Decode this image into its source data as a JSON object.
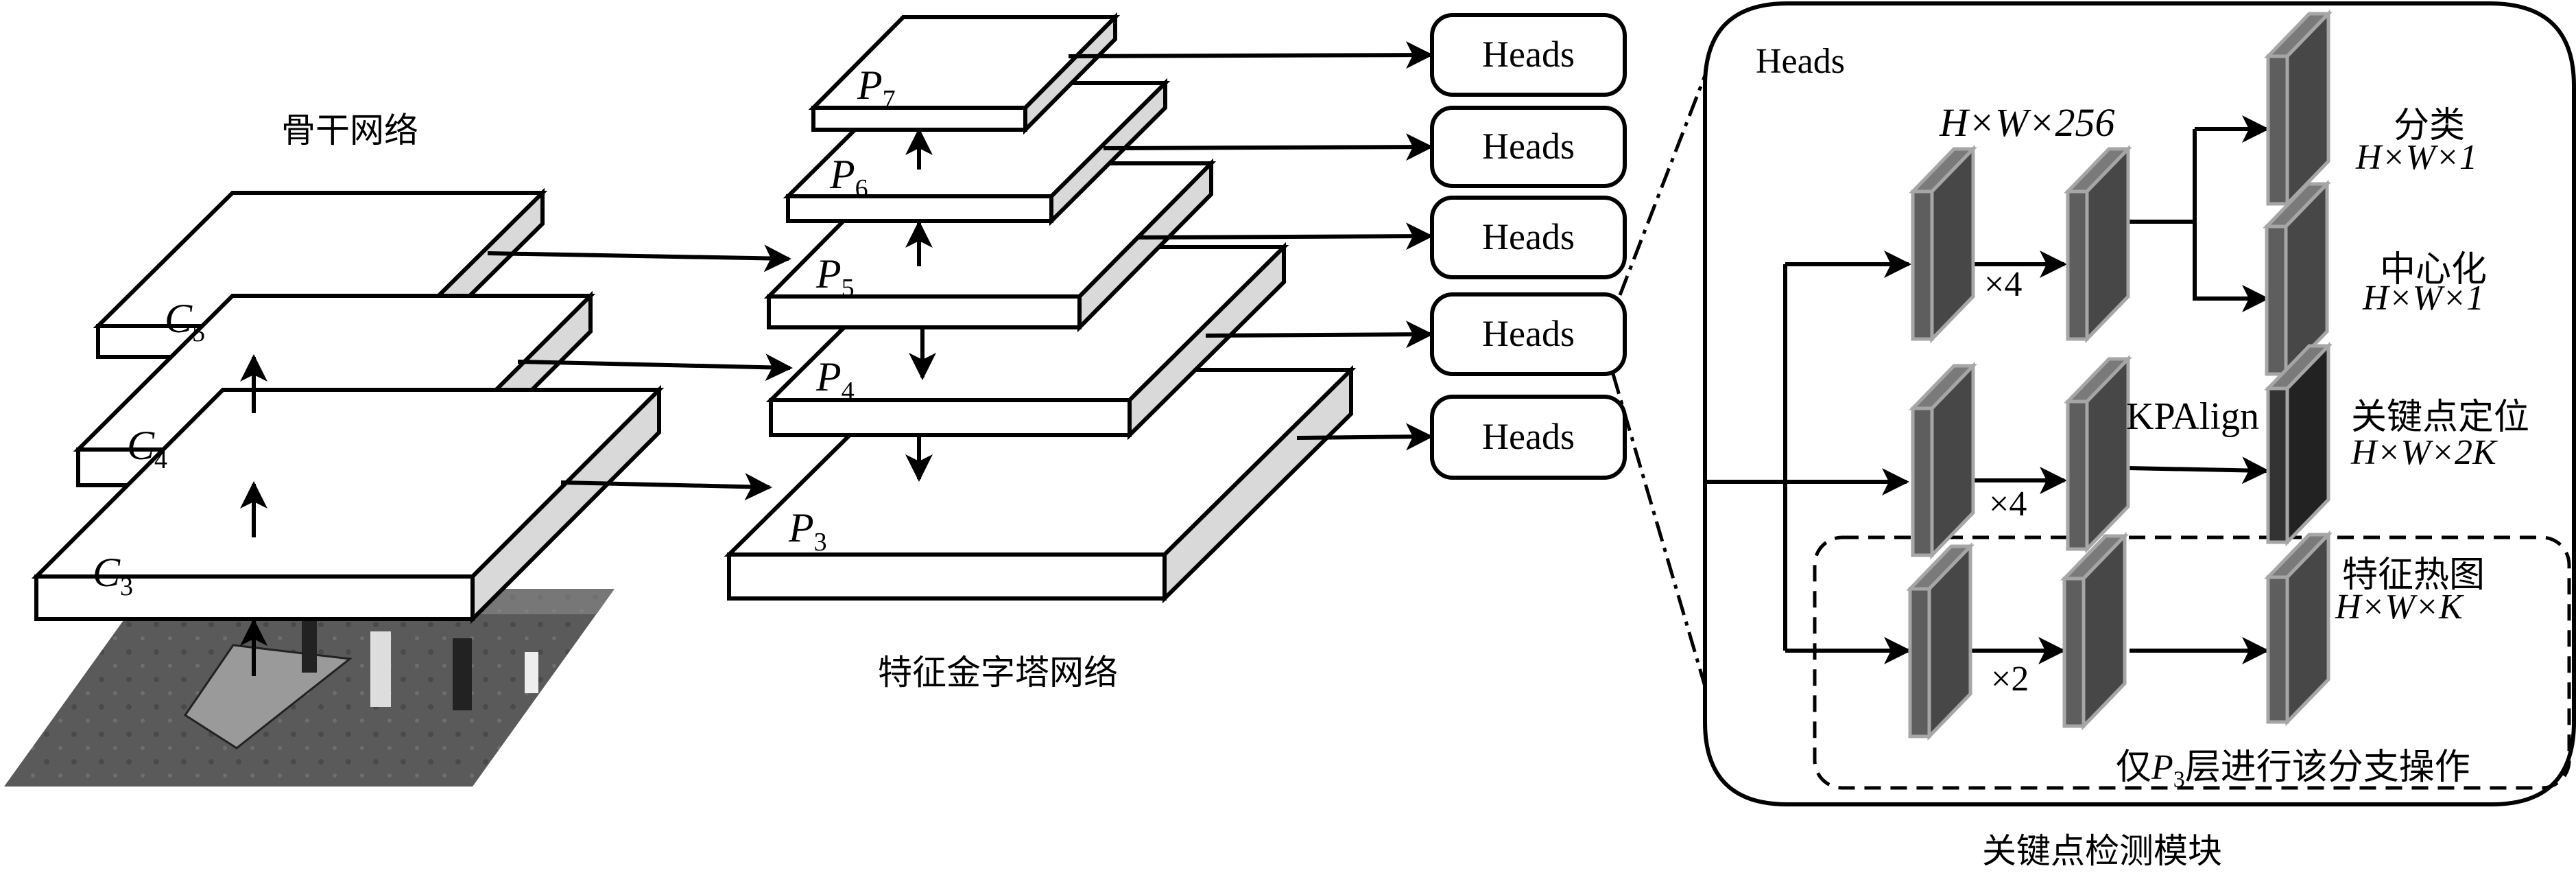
{
  "backbone": {
    "title": "骨干网络",
    "layers": [
      {
        "label": "C",
        "sub": "5"
      },
      {
        "label": "C",
        "sub": "4"
      },
      {
        "label": "C",
        "sub": "3"
      }
    ],
    "input_image": "kite-field-photo"
  },
  "fpn": {
    "title": "特征金字塔网络",
    "layers": [
      {
        "label": "P",
        "sub": "7"
      },
      {
        "label": "P",
        "sub": "6"
      },
      {
        "label": "P",
        "sub": "5"
      },
      {
        "label": "P",
        "sub": "4"
      },
      {
        "label": "P",
        "sub": "3"
      }
    ]
  },
  "heads": [
    "Heads",
    "Heads",
    "Heads",
    "Heads",
    "Heads"
  ],
  "module": {
    "title": "关键点检测模块",
    "panel_title": "Heads",
    "feature_dim": "H×W×256",
    "rep4a": "×4",
    "rep4b": "×4",
    "rep2": "×2",
    "kpalign": "KPAlign",
    "outputs": [
      {
        "name": "分类",
        "dim": "H×W×1"
      },
      {
        "name": "中心化",
        "dim": "H×W×1"
      },
      {
        "name": "关键点定位",
        "dim": "H×W×2K"
      },
      {
        "name": "特征热图",
        "dim": "H×W×K"
      }
    ],
    "p3_note_pre": "仅",
    "p3_note_P": "P",
    "p3_note_sub": "3",
    "p3_note_post": "层进行该分支操作"
  },
  "colors": {
    "slab_side": "#d9d9d9",
    "block_face": "#474747",
    "block_edge": "#a6a6a6",
    "block_dark": "#222222"
  }
}
